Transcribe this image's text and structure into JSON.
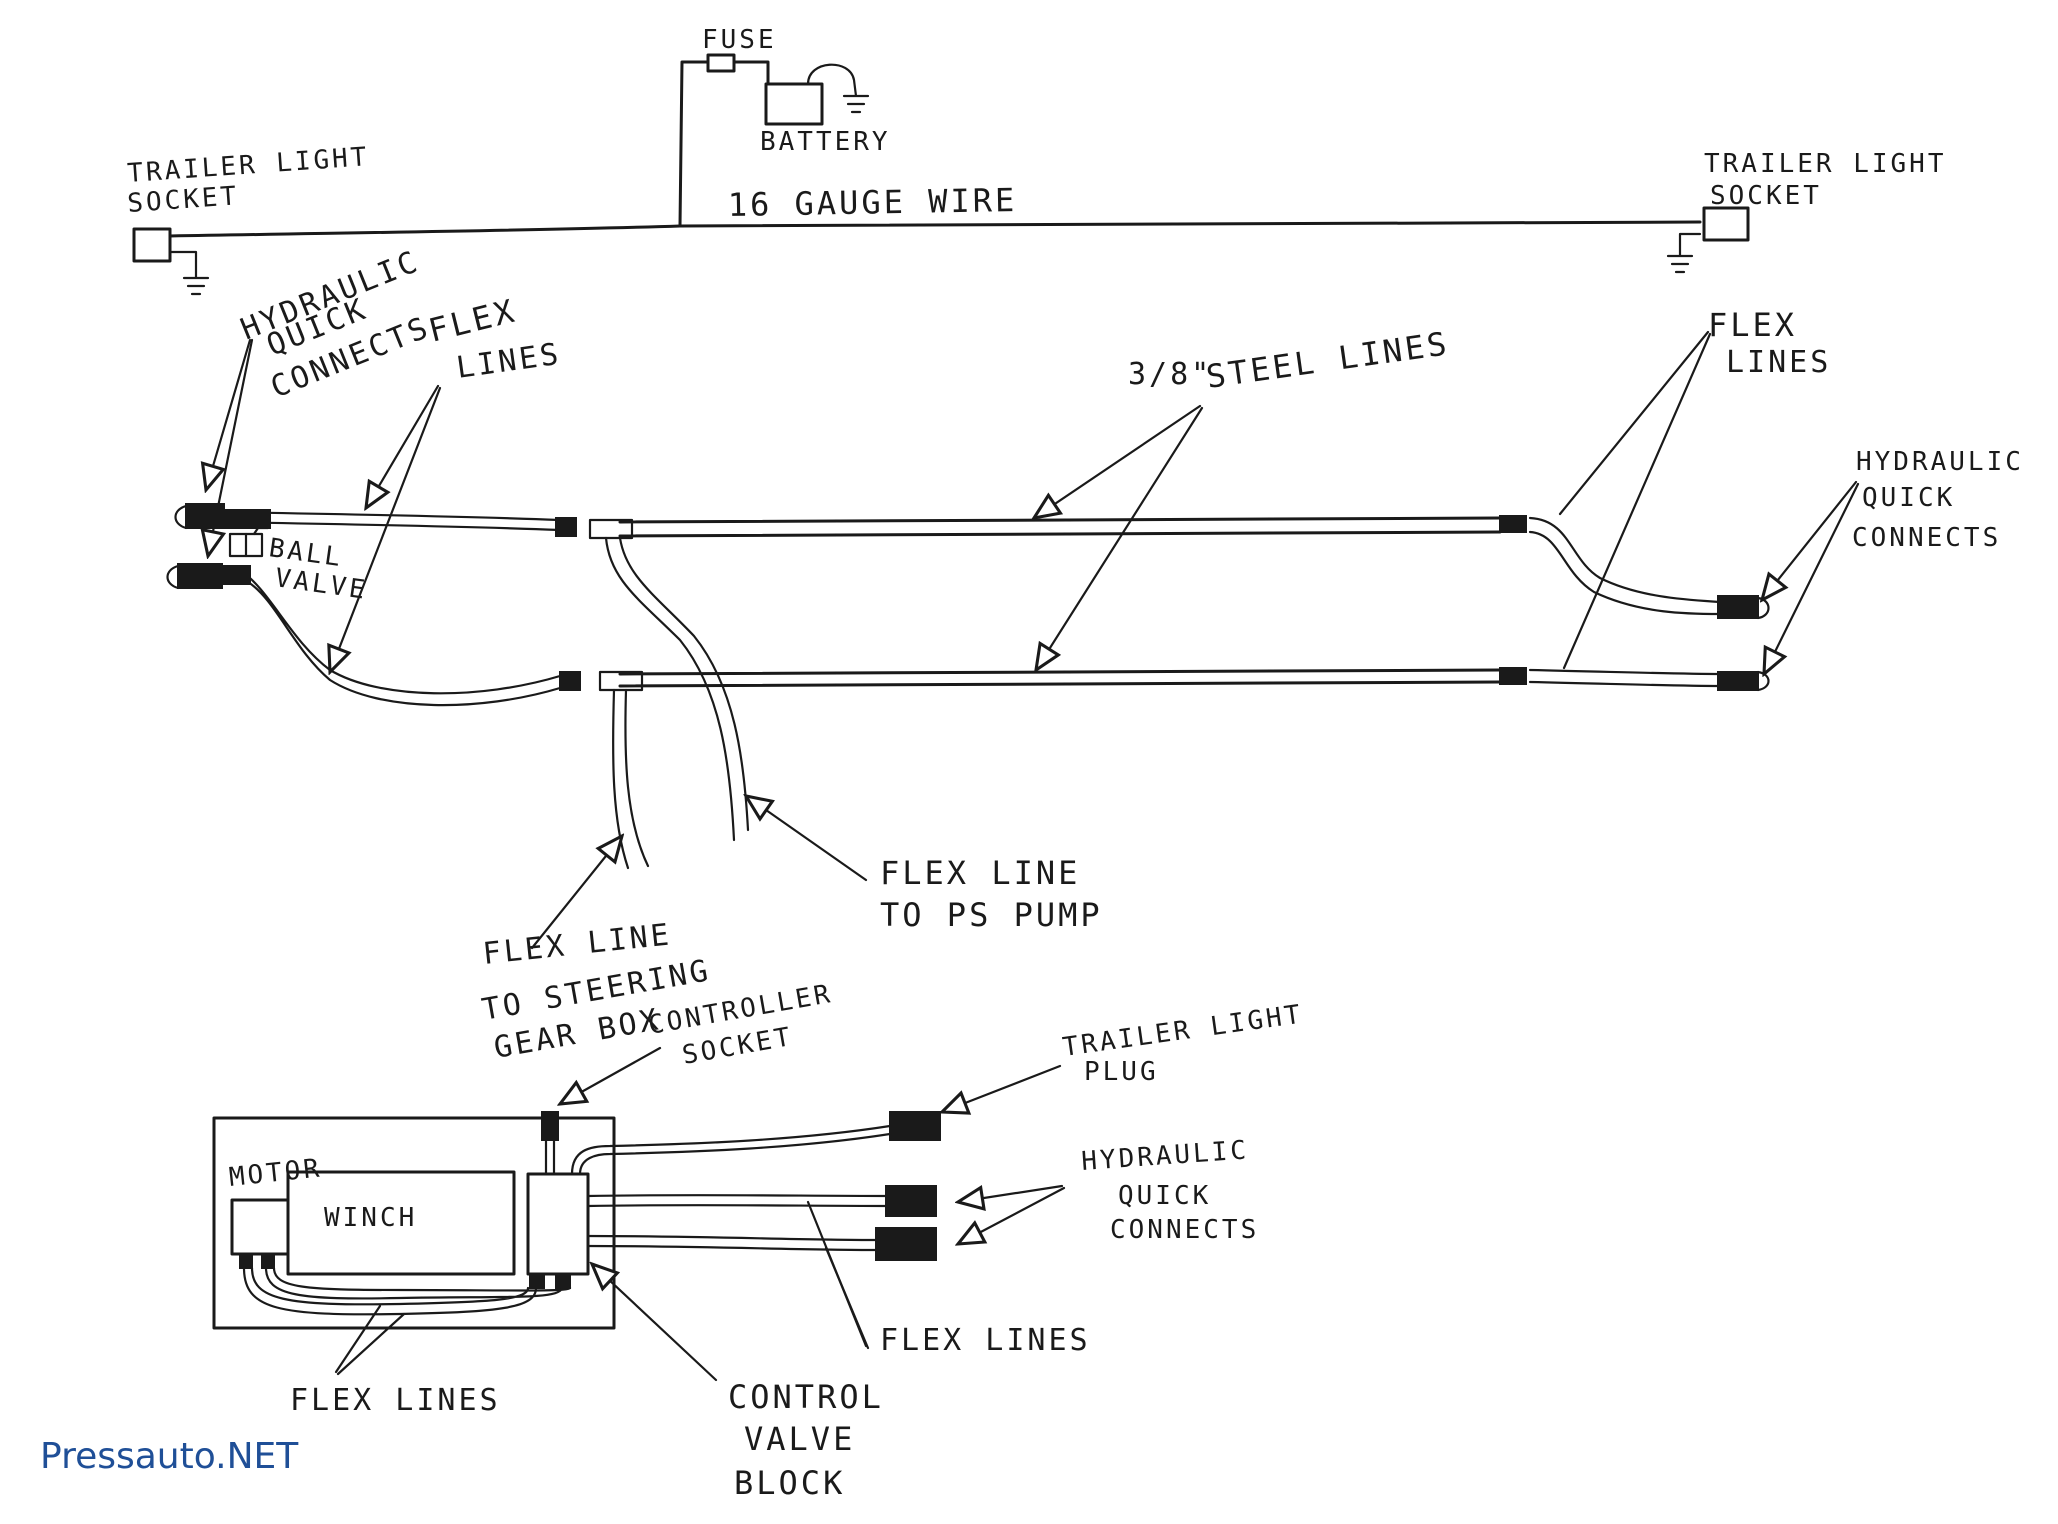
{
  "watermark": "Pressauto.NET",
  "labels": {
    "fuse": "FUSE",
    "battery": "BATTERY",
    "trailer_socket_left_1": "TRAILER LIGHT",
    "trailer_socket_left_2": "SOCKET",
    "trailer_socket_right_1": "TRAILER LIGHT",
    "trailer_socket_right_2": "SOCKET",
    "gauge_wire": "16 GAUGE WIRE",
    "hyd_qc_left_1": "HYDRAULIC",
    "hyd_qc_left_2": "QUICK",
    "hyd_qc_left_3": "CONNECTS",
    "flex_lines_left_1": "FLEX",
    "flex_lines_left_2": "LINES",
    "steel_size": "3/8\"",
    "steel_lines": "STEEL LINES",
    "flex_lines_right_1": "FLEX",
    "flex_lines_right_2": "LINES",
    "hyd_qc_right_1": "HYDRAULIC",
    "hyd_qc_right_2": "QUICK",
    "hyd_qc_right_3": "CONNECTS",
    "ball_valve_1": "BALL",
    "ball_valve_2": "VALVE",
    "flex_ps_1": "FLEX LINE",
    "flex_ps_2": "TO PS PUMP",
    "flex_steer_1": "FLEX LINE",
    "flex_steer_2": "TO STEERING",
    "flex_steer_3": "GEAR BOX",
    "ctrl_socket_1": "CONTROLLER",
    "ctrl_socket_2": "SOCKET",
    "trailer_plug_1": "TRAILER LIGHT",
    "trailer_plug_2": "PLUG",
    "hyd_qc_bottom_1": "HYDRAULIC",
    "hyd_qc_bottom_2": "QUICK",
    "hyd_qc_bottom_3": "CONNECTS",
    "motor": "MOTOR",
    "winch": "WINCH",
    "flex_lines_bottom_mid": "FLEX LINES",
    "flex_lines_bottom_left": "FLEX LINES",
    "cvb_1": "CONTROL",
    "cvb_2": "VALVE",
    "cvb_3": "BLOCK"
  }
}
